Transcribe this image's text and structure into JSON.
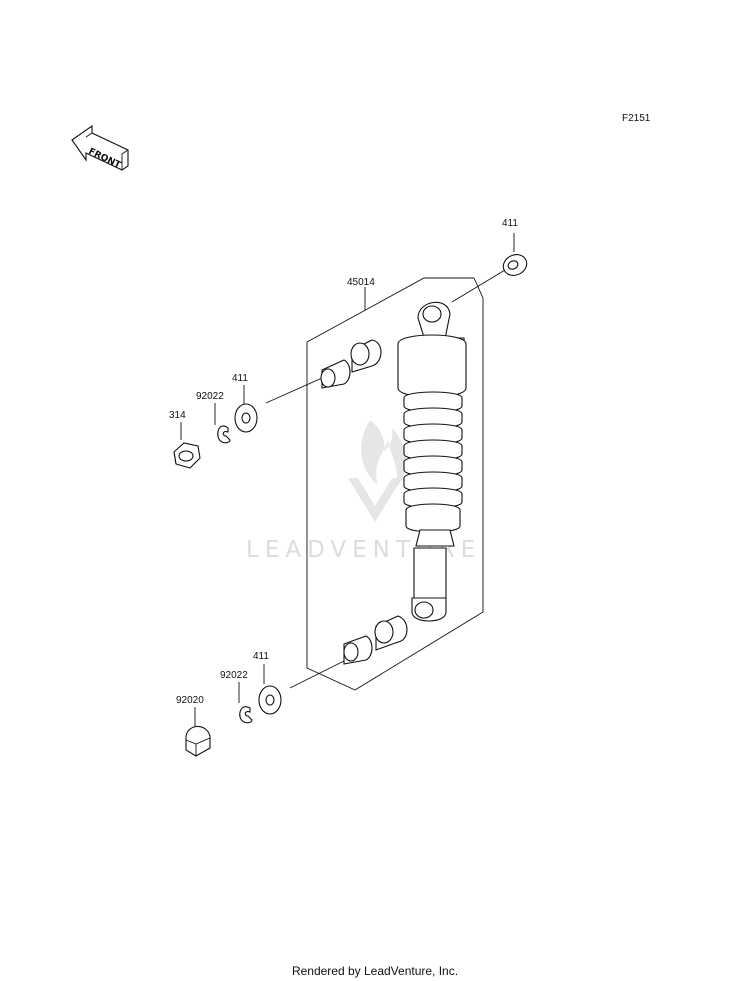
{
  "diagram": {
    "figure_code": "F2151",
    "front_label": "FRONT",
    "watermark_text": "LEADVENTURE",
    "footer": "Rendered by LeadVenture, Inc.",
    "callouts": {
      "top_washer": "411",
      "shock_assembly": "45014",
      "upper_washer": "411",
      "upper_clip": "92022",
      "upper_nut": "314",
      "lower_washer": "411",
      "lower_clip": "92022",
      "lower_cap_nut": "92020"
    },
    "colors": {
      "line": "#111111",
      "watermark": "#d9d9d9",
      "background": "#ffffff"
    }
  }
}
